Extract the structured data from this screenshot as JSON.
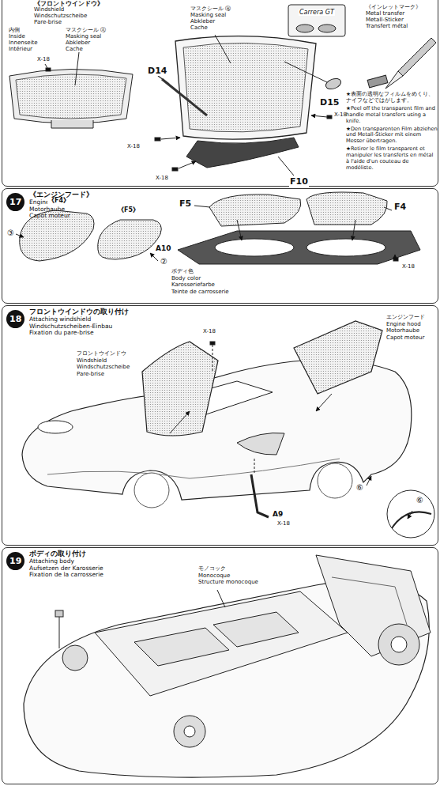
{
  "diagram": {
    "nodes": [
      {
        "text": [
          "《フロントウインドウ》",
          "Windshield",
          "Windschutzscheibe",
          "Pare-brise"
        ]
      },
      {
        "text": [
          "17",
          "《エンジンフード》",
          "Engine hood",
          "Motorhaube",
          "Capot moteur"
        ]
      },
      {
        "text": [
          "18",
          "フロントウインドウの取り付け",
          "Attaching windshield",
          "Windschutzscheiben-Einbau",
          "Fixation du pare-brise"
        ]
      },
      {
        "text": [
          "19",
          "ボディの取り付け",
          "Attaching body",
          "Aufsetzen der Karosserie",
          "Fixation de la carrosserie"
        ]
      }
    ],
    "labels": [
      "内側",
      "Inside",
      "Innenseite",
      "Intérieur",
      "マスクシール Ⓐ",
      "Masking seal",
      "Abkleber",
      "Cache",
      "X-18",
      "マスクシール Ⓑ",
      "Masking seal",
      "Abkleber",
      "Cache",
      "D14",
      "D15",
      "X-18",
      "X-18",
      "X-18",
      "F10",
      "Carrera GT",
      "《インレットマーク》",
      "Metal transfer",
      "Metall-Sticker",
      "Transfert métal",
      "★表面の透明なフィルムをめくり、ナイフなどではがします。",
      "★Peel off the transparent film and handle metal transfers using a knife.",
      "★Den transparenten Film abziehen und Metall-Sticker mit einem Messer übertragen.",
      "★Retirer le film transparent et manipuler les transferts en métal à l'aide d'un couteau de modéliste.",
      "《F4》",
      "《F5》",
      "③",
      "②",
      "F5",
      "F4",
      "A10",
      "ボディ色",
      "Body color",
      "Karosseriefarbe",
      "Teinte de carrosserie",
      "X-18",
      "X-18",
      "フロントウインドウ",
      "Windshield",
      "Windschutzscheibe",
      "Pare-brise",
      "エンジンフード",
      "Engine hood",
      "Motorhaube",
      "Capot moteur",
      "⑥",
      "⑥",
      "A9",
      "X-18",
      "モノコック",
      "Monocoque",
      "Structure monocoque"
    ]
  }
}
